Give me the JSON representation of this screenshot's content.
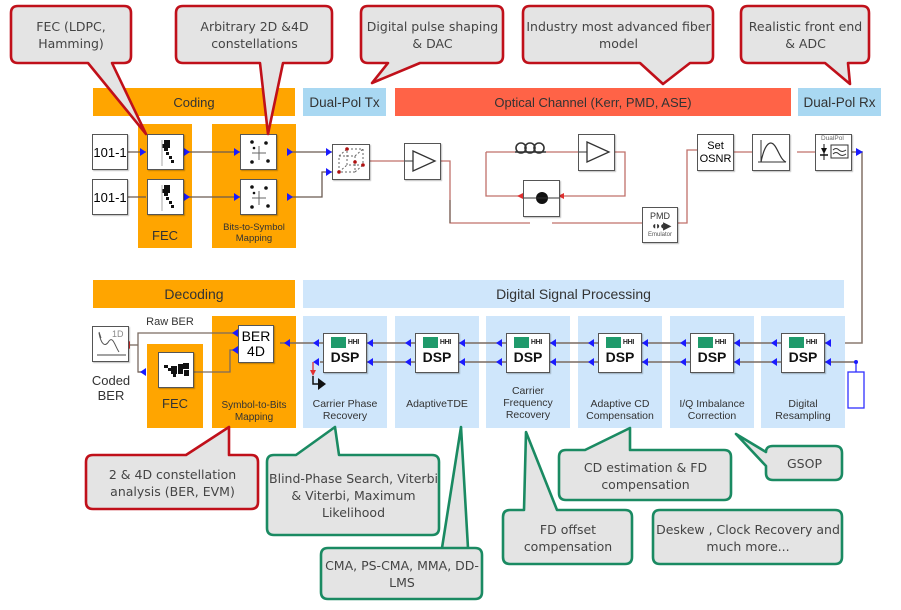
{
  "colors": {
    "coding_orange": "#ffa500",
    "tx_rx_blue": "#a9d8f2",
    "optical_red": "#ff6347",
    "dsp_panel_blue": "#cfe6fb",
    "callout_red_border": "#c0101a",
    "callout_green_border": "#1a8a62",
    "callout_fill": "#e4e4e4",
    "electrical_signal": "#1a1aff",
    "optical_signal": "#e85a5a",
    "wire": "#8a7a70"
  },
  "section_bars": {
    "coding": "Coding",
    "dual_pol_tx": "Dual-Pol Tx",
    "optical_channel": "Optical Channel (Kerr, PMD, ASE)",
    "dual_pol_rx": "Dual-Pol Rx",
    "decoding": "Decoding",
    "dsp": "Digital Signal Processing"
  },
  "tx_chain": {
    "source_1": "101-1",
    "source_2": "101-1",
    "fec_label": "FEC",
    "mapping_label": "Bits-to-Symbol Mapping",
    "set_osnr": "Set OSNR",
    "pmd_title": "PMD",
    "pmd_sub": "Emulator",
    "rx_title": "DualPol"
  },
  "rx_chain": {
    "raw_ber": "Raw BER",
    "coded_ber": "Coded BER",
    "ber_block": "BER 4D",
    "ber_plot_label": "1D",
    "fec_label": "FEC",
    "demapping_label": "Symbol-to-Bits Mapping",
    "dsp_block_text": "DSP",
    "dsp_logo_text": "HHI",
    "dsp_stages": [
      "Carrier Phase Recovery",
      "AdaptiveTDE",
      "Carrier Frequency Recovery",
      "Adaptive CD Compensation",
      "I/Q Imbalance Correction",
      "Digital Resampling"
    ]
  },
  "callouts": {
    "fec": "FEC (LDPC, Hamming)",
    "constellations": "Arbitrary  2D &4D constellations",
    "pulse_shaping": "Digital pulse shaping & DAC",
    "fiber_model": "Industry most advanced fiber model",
    "front_end": "Realistic front end & ADC",
    "constellation_analysis": "2 & 4D constellation analysis (BER, EVM)",
    "phase_search": "Blind-Phase Search, Viterbi & Viterbi, Maximum Likelihood",
    "cma": "CMA, PS-CMA, MMA, DD-LMS",
    "fd_offset": "FD offset compensation",
    "cd_estimation": "CD estimation  & FD compensation",
    "gsop": "GSOP",
    "deskew": "Deskew  , Clock Recovery and much more..."
  }
}
